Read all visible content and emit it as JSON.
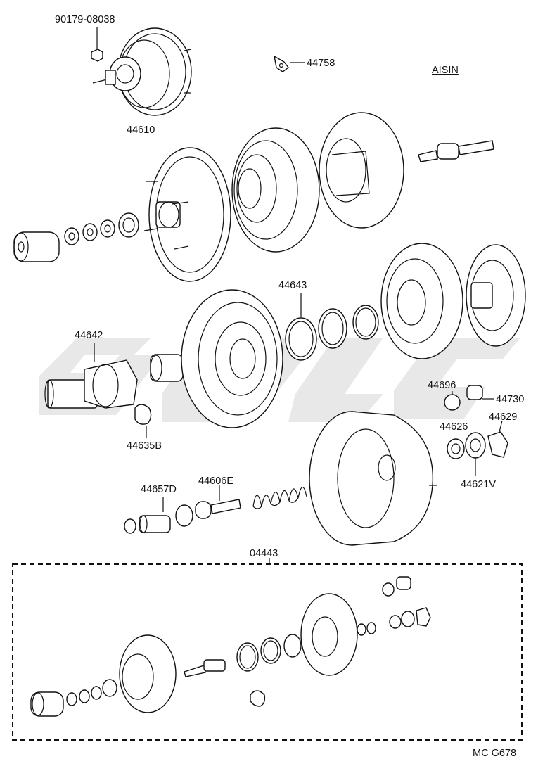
{
  "brand": "AISIN",
  "figure_code": "MC G678",
  "callouts": {
    "p90179_08038": "90179-08038",
    "p44610": "44610",
    "p44758": "44758",
    "p44643": "44643",
    "p44642": "44642",
    "p44635B": "44635B",
    "p44696": "44696",
    "p44730": "44730",
    "p44626": "44626",
    "p44629": "44629",
    "p44621V": "44621V",
    "p44657D": "44657D",
    "p44606E": "44606E",
    "p04443": "04443"
  },
  "colors": {
    "line": "#111111",
    "watermark": "#d6d6d6",
    "background": "#ffffff"
  }
}
